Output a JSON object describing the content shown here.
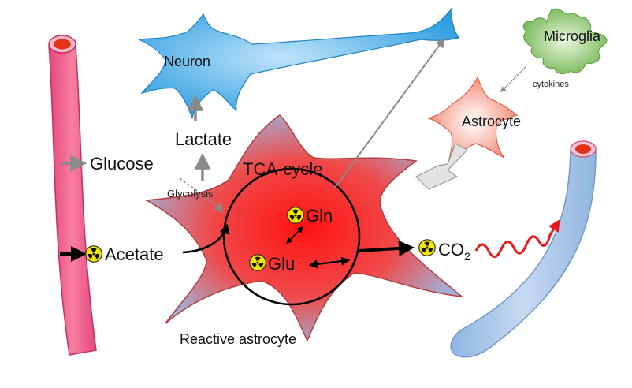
{
  "labels": {
    "neuron": "Neuron",
    "microglia": "Microglia",
    "cytokines": "cytokines",
    "astrocyte": "Astrocyte",
    "lactate": "Lactate",
    "glucose": "Glucose",
    "glycolysis": "Glycolysis",
    "tca_cycle": "TCA-cycle",
    "gln": "Gln",
    "glu": "Glu",
    "acetate": "Acetate",
    "co2": "CO",
    "co2_subscript": "2",
    "reactive_astrocyte": "Reactive astrocyte"
  },
  "colors": {
    "vessel_red": "#f0628a",
    "vessel_blue": "#a9c7e8",
    "neuron": "#3fa9e6",
    "microglia": "#8cc56a",
    "astrocyte": "#f58a70",
    "reactive_core": "#ff1a1a",
    "wave": "#e8181b",
    "radiation": "#f3e600"
  },
  "icons": {
    "radioactive": "radioactive-icon"
  }
}
